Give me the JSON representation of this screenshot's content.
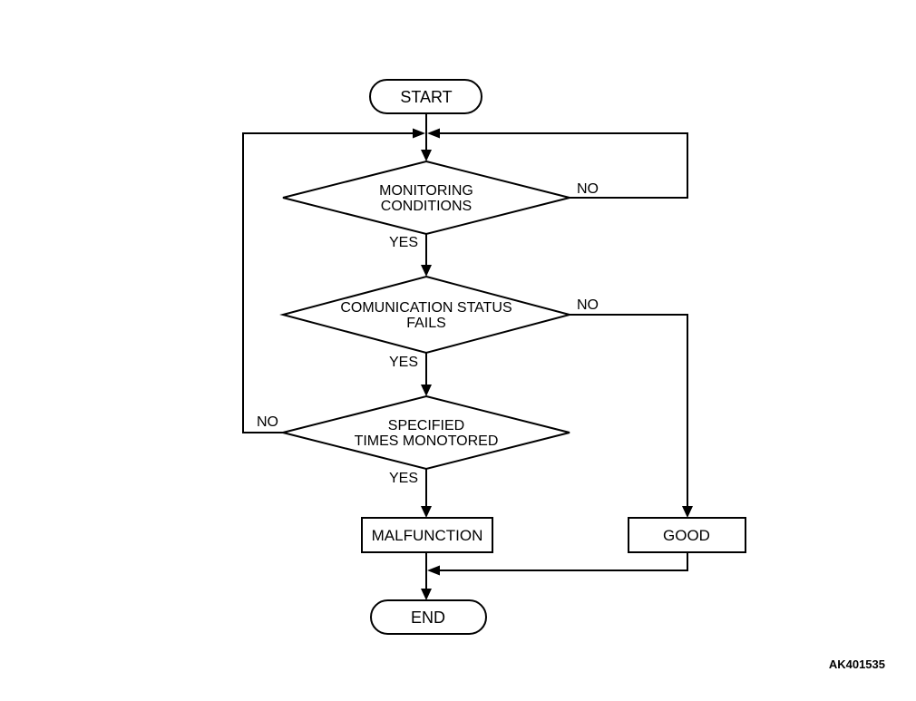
{
  "figure": {
    "code": "AK401535"
  },
  "colors": {
    "line": "#000000",
    "text": "#000000",
    "background": "#ffffff"
  },
  "nodes": {
    "start": {
      "type": "terminator",
      "label": "START"
    },
    "monitoring_conditions": {
      "type": "decision",
      "label_line1": "MONITORING",
      "label_line2": "CONDITIONS"
    },
    "communication_status": {
      "type": "decision",
      "label_line1": "COMUNICATION STATUS",
      "label_line2": "FAILS"
    },
    "specified_times": {
      "type": "decision",
      "label_line1": "SPECIFIED",
      "label_line2": "TIMES MONOTORED"
    },
    "malfunction": {
      "type": "process",
      "label": "MALFUNCTION"
    },
    "good": {
      "type": "process",
      "label": "GOOD"
    },
    "end": {
      "type": "terminator",
      "label": "END"
    }
  },
  "edge_labels": {
    "monitoring_yes": "YES",
    "monitoring_no": "NO",
    "communication_yes": "YES",
    "communication_no": "NO",
    "specified_yes": "YES",
    "specified_no": "NO"
  },
  "edges": [
    {
      "from": "start",
      "to": "monitoring_conditions",
      "label": ""
    },
    {
      "from": "monitoring_conditions",
      "to": "communication_status",
      "label": "YES"
    },
    {
      "from": "monitoring_conditions",
      "to": "loop_merge_above_monitoring",
      "label": "NO",
      "route": "right-loop"
    },
    {
      "from": "communication_status",
      "to": "specified_times",
      "label": "YES"
    },
    {
      "from": "communication_status",
      "to": "good",
      "label": "NO",
      "route": "right-down"
    },
    {
      "from": "specified_times",
      "to": "malfunction",
      "label": "YES"
    },
    {
      "from": "specified_times",
      "to": "loop_merge_above_monitoring",
      "label": "NO",
      "route": "left-loop"
    },
    {
      "from": "malfunction",
      "to": "end",
      "label": ""
    },
    {
      "from": "good",
      "to": "end",
      "label": "",
      "route": "down-left-merge"
    }
  ]
}
